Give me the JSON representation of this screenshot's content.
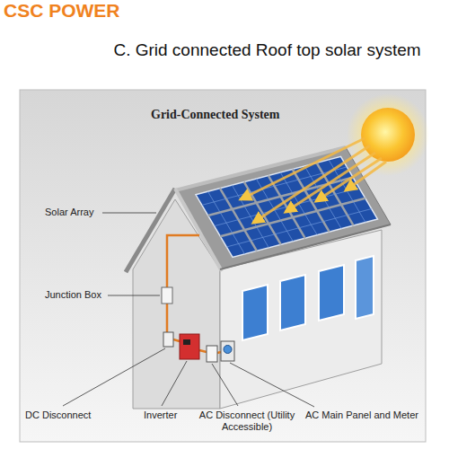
{
  "diagram": {
    "title": "C. Grid connected Roof top solar system",
    "labels": [
      "CSC POWER",
      "Grid-Connected System",
      "Solar Array",
      "Junction Box",
      "DC Disconnect",
      "Inverter",
      "AC Disconnect (Utility Accessible)",
      "AC Main Panel and Meter"
    ]
  }
}
